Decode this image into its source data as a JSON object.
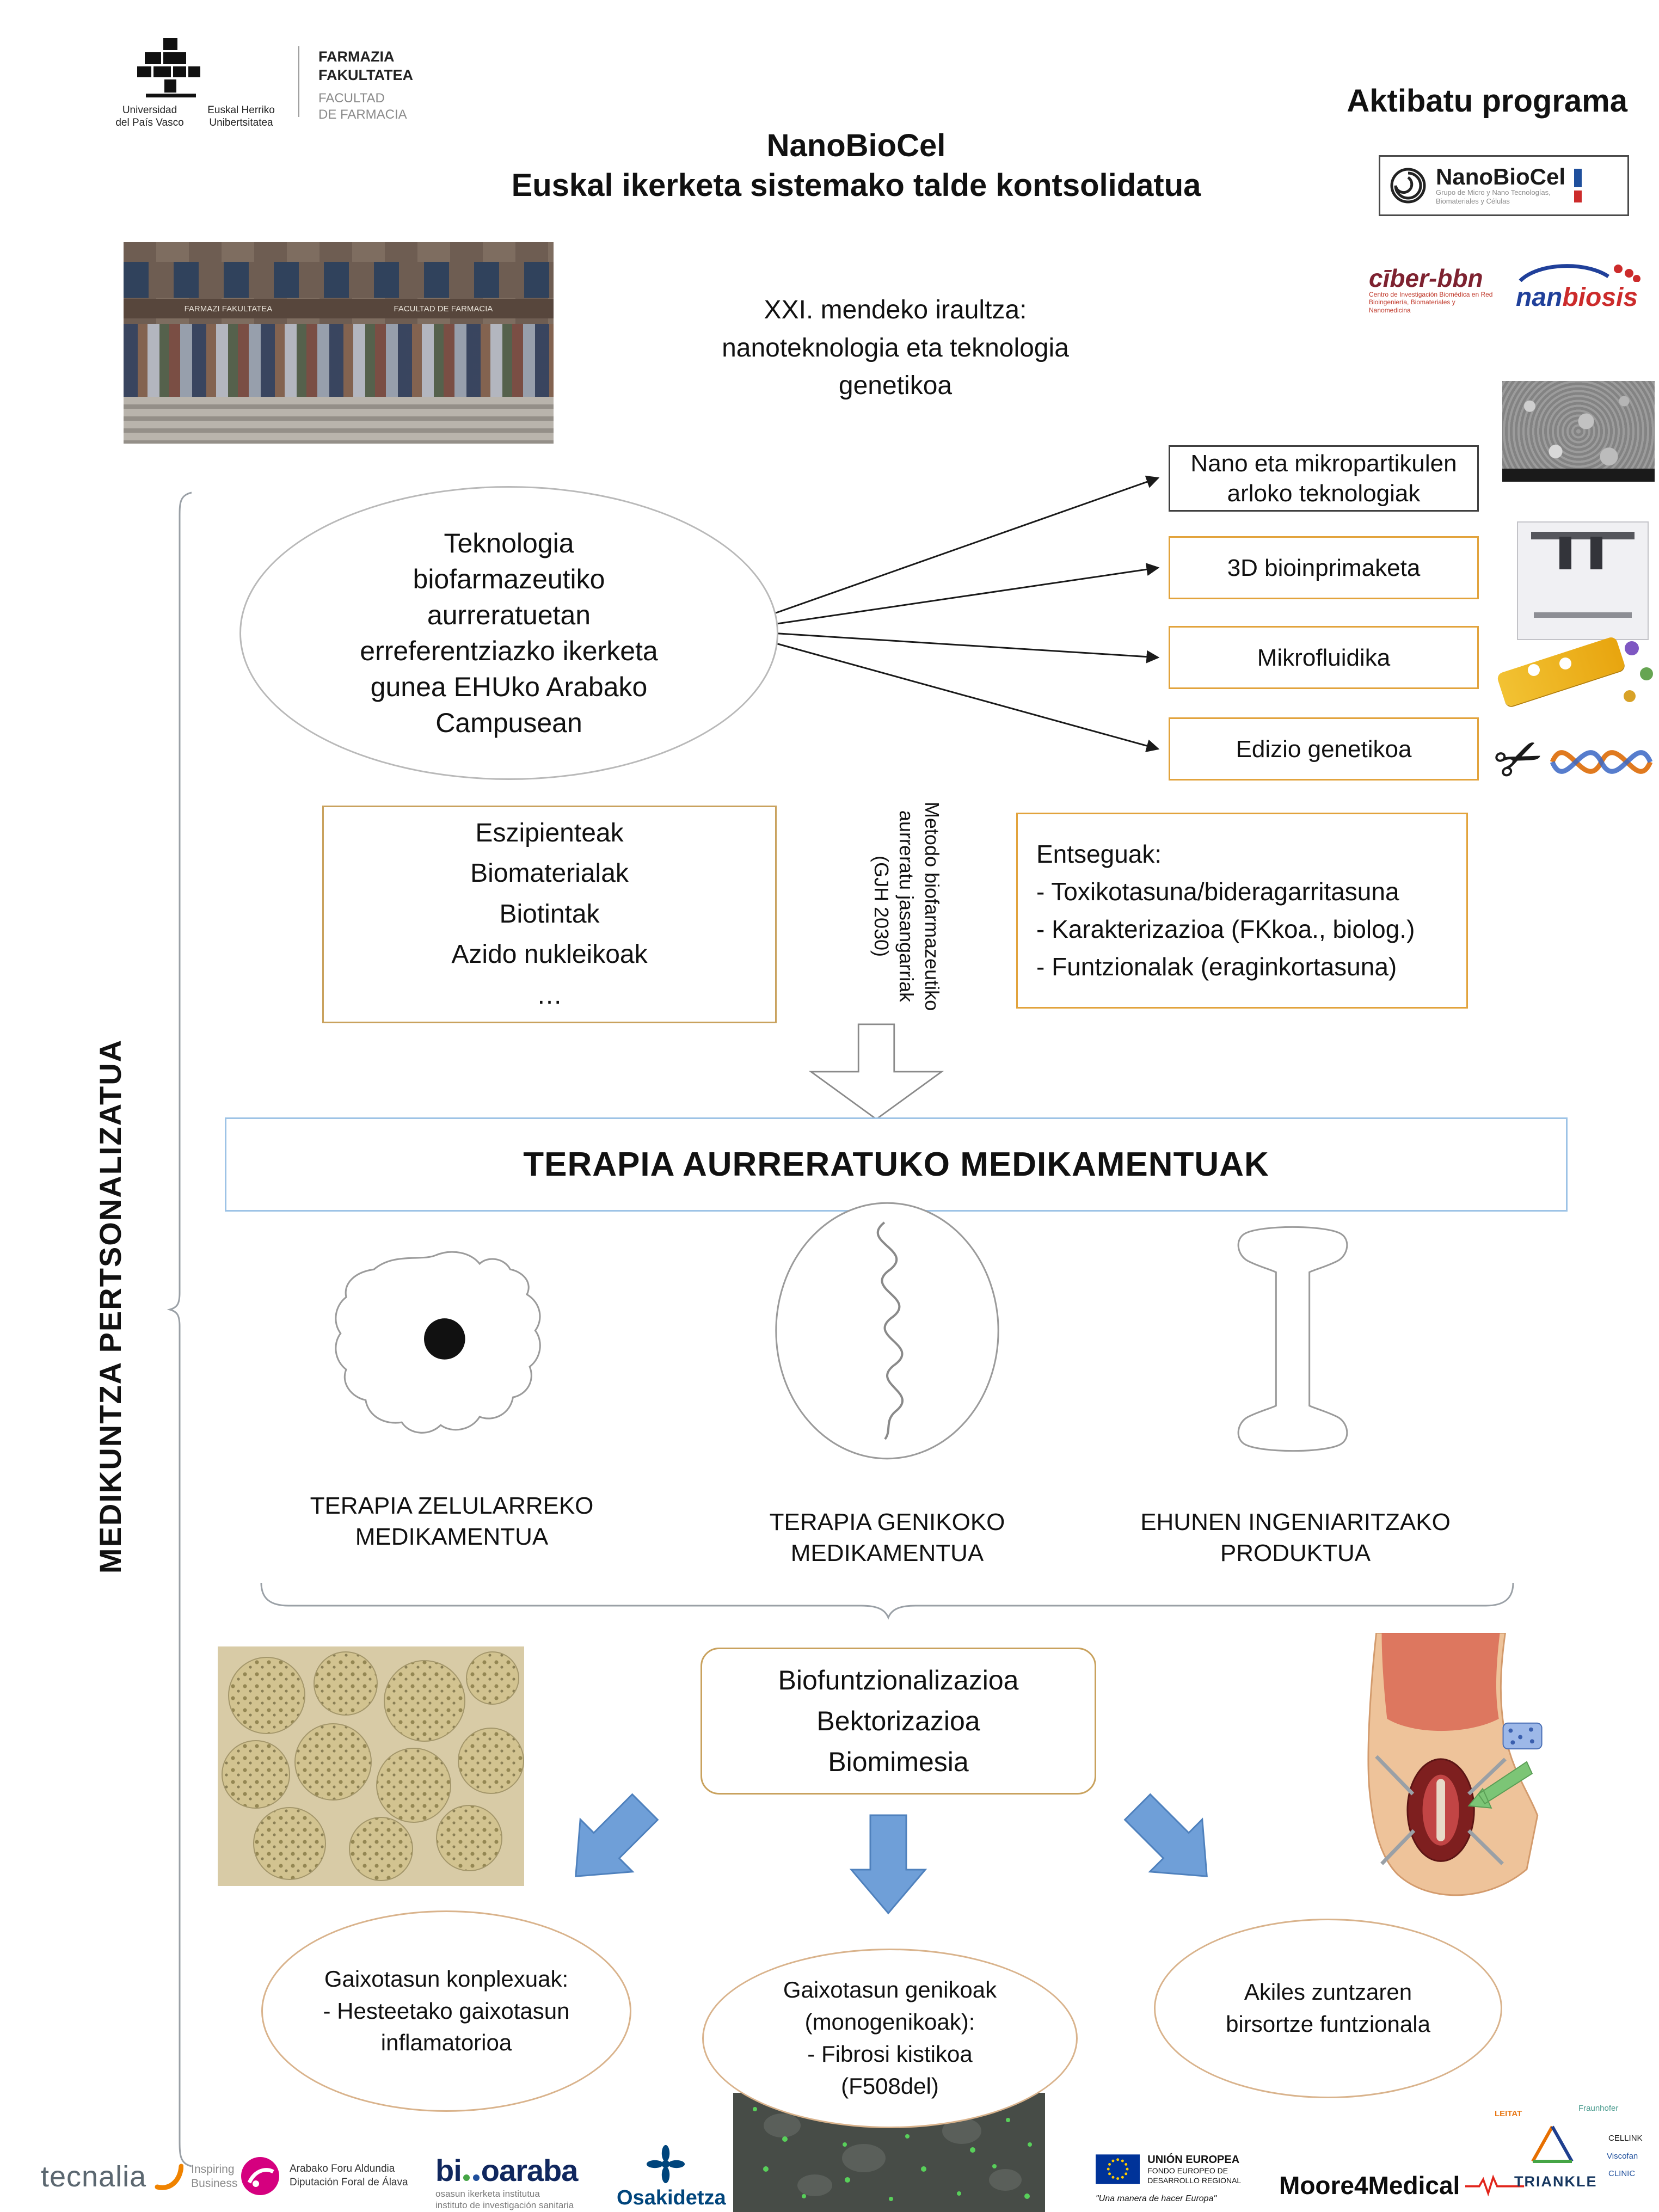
{
  "header": {
    "program": "Aktibatu programa",
    "title_line1": "NanoBioCel",
    "title_line2": "Euskal ikerketa sistemako talde kontsolidatua",
    "upv": {
      "col1_line1": "Universidad",
      "col1_line2": "del País Vasco",
      "col2_line1": "Euskal Herriko",
      "col2_line2": "Unibertsitatea"
    },
    "faculty": {
      "line1": "FARMAZIA",
      "line2": "FAKULTATEA",
      "line3": "FACULTAD",
      "line4": "DE FARMACIA"
    }
  },
  "logos": {
    "nanobiocel": {
      "name": "NanoBioCel",
      "subtitle": "Grupo de Micro y Nano Tecnologías, Biomateriales y Células"
    },
    "ciber": {
      "name": "cīber-bbn",
      "sub1": "Centro de Investigación Biomédica en Red",
      "sub2": "Bioingeniería, Biomateriales y Nanomedicina"
    },
    "nanbiosis": {
      "part1": "nan",
      "part2": "biosis"
    }
  },
  "photo": {
    "sign_left": "FARMAZI FAKULTATEA",
    "sign_right": "FACULTAD DE FARMACIA"
  },
  "intro": {
    "line1": "XXI. mendeko iraultza:",
    "line2": "nanoteknologia eta teknologia",
    "line3": "genetikoa"
  },
  "main_ellipse": {
    "lines": [
      "Teknologia",
      "biofarmazeutiko",
      "aurreratuetan",
      "erreferentziazko ikerketa",
      "gunea EHUko Arabako",
      "Campusean"
    ]
  },
  "tech_boxes": [
    {
      "line1": "Nano eta mikropartikulen",
      "line2": "arloko teknologiak"
    },
    {
      "line1": "3D bioinprimaketa"
    },
    {
      "line1": "Mikrofluidika"
    },
    {
      "line1": "Edizio genetikoa"
    }
  ],
  "materials_box": {
    "lines": [
      "Eszipienteak",
      "Biomaterialak",
      "Biotintak",
      "Azido nukleikoak",
      "…"
    ]
  },
  "method_arrow": {
    "lines": [
      "Metodo biofarmazeutiko",
      "aurreratu jasangarriak",
      "(GJH 2030)"
    ]
  },
  "tests_box": {
    "title": "Entseguak:",
    "items": [
      "- Toxikotasuna/bideragarritasuna",
      "- Karakterizazioa (FKkoa., biolog.)",
      "- Funtzionalak (eraginkortasuna)"
    ]
  },
  "banner": "TERAPIA AURRERATUKO MEDIKAMENTUAK",
  "side_label": "MEDIKUNTZA PERTSONALIZATUA",
  "therapies": [
    {
      "line1": "TERAPIA ZELULARREKO",
      "line2": "MEDIKAMENTUA"
    },
    {
      "line1": "TERAPIA GENIKOKO",
      "line2": "MEDIKAMENTUA"
    },
    {
      "line1": "EHUNEN INGENIARITZAKO",
      "line2": "PRODUKTUA"
    }
  ],
  "bio_box": {
    "lines": [
      "Biofuntzionalizazioa",
      "Bektorizazioa",
      "Biomimesia"
    ]
  },
  "diseases": [
    {
      "lines": [
        "Gaixotasun konplexuak:",
        "- Hesteetako gaixotasun",
        "inflamatorioa"
      ]
    },
    {
      "lines": [
        "Gaixotasun genikoak",
        "(monogenikoak):",
        "- Fibrosi kistikoa",
        "(F508del)"
      ]
    },
    {
      "lines": [
        "Akiles zuntzaren",
        "birsortze funtzionala"
      ]
    }
  ],
  "icons": {
    "scissors": "✂"
  },
  "footer": {
    "tecnalia": {
      "name": "tecnalia",
      "tag1": "Inspiring",
      "tag2": "Business"
    },
    "araba": {
      "line1": "Arabako Foru Aldundia",
      "line2": "Diputación Foral de Álava"
    },
    "bioaraba": {
      "part1": "bi",
      "part2": "oaraba",
      "sub1": "osasun ikerketa institutua",
      "sub2": "instituto de investigación sanitaria"
    },
    "osakidetza": {
      "name": "Osakidetza"
    },
    "eu": {
      "line1": "UNIÓN EUROPEA",
      "line2": "FONDO EUROPEO DE DESARROLLO REGIONAL",
      "quote": "\"Una manera de hacer Europa\""
    },
    "moore": {
      "name": "Moore4Medical"
    },
    "triankle": {
      "name": "TRIANKLE",
      "partners": [
        "Fraunhofer",
        "LEITAT",
        "CELLINK",
        "Viscofan",
        "CLINIC"
      ]
    }
  },
  "colors": {
    "accent_orange": "#E2A33C",
    "accent_tan": "#C9A25E",
    "banner_border": "#9DC3E6",
    "arrow_blue": "#6F9FD8",
    "brace_gray": "#9AA0A6"
  }
}
